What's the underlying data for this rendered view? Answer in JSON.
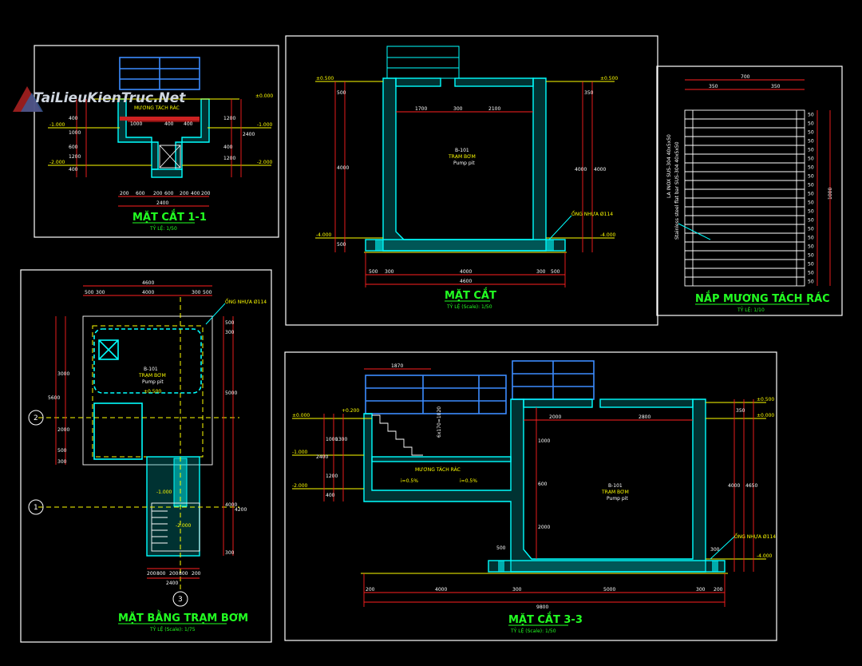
{
  "watermark": {
    "text": "TaiLieuKienTruc.Net"
  },
  "panel1": {
    "title": "MẶT CẮT 1-1",
    "scale": "TỶ LỆ: 1/50",
    "channel": "MƯƠNG TÁCH RÁC",
    "levels": [
      "±0.000",
      "-1.000",
      "-2.000"
    ],
    "dims_top": [
      "1000",
      "400",
      "400"
    ],
    "dims_bottom": [
      "200",
      "600",
      "200",
      "600",
      "200",
      "400",
      "200"
    ],
    "total": "2400",
    "dims_left": [
      "400",
      "1000",
      "600",
      "1200",
      "400"
    ],
    "dims_right": [
      "1200",
      "2400",
      "400",
      "1200"
    ]
  },
  "panel2": {
    "title": "MẶT CẮT",
    "scale": "TỶ LỆ (Scale): 1/50",
    "room_code": "B-101",
    "room_name": "TRẠM BƠM",
    "room_en": "Pump pit",
    "pipe": "ỐNG NHỰA Ø114",
    "levels": [
      "±0.500",
      "-4.000",
      "±0.500",
      "-4.000"
    ],
    "dims_top": [
      "1700",
      "300",
      "2100"
    ],
    "dims_bottom": [
      "500",
      "300",
      "4000",
      "300",
      "500"
    ],
    "total": "4600",
    "dims_left": [
      "500",
      "4000",
      "500"
    ],
    "dims_right": [
      "350",
      "4000",
      "4000"
    ]
  },
  "panel3": {
    "title": "NẮP MƯƠNG TÁCH RÁC",
    "scale": "TỶ LỆ: 1/10",
    "dims_top": [
      "700",
      "350",
      "350"
    ],
    "side": "1000",
    "label_vertical": "LA INOX SUS-304 40x5x50",
    "label_vertical2": "Stainless steel flat bar SUS-304 40x5x50",
    "pitch": "50"
  },
  "panel4": {
    "title": "MẶT BẰNG TRẠM BƠM",
    "scale": "TỶ LỆ (Scale): 1/75",
    "room_code": "B-101",
    "room_name": "TRẠM BƠM",
    "room_en": "Pump pit",
    "level": "±0.500",
    "pipe": "ỐNG NHỰA Ø114",
    "dims_top": [
      "500",
      "300",
      "4000",
      "300",
      "500"
    ],
    "total_top": "4600",
    "dims_left": [
      "3000",
      "5600",
      "2000",
      "500",
      "300"
    ],
    "dims_right": [
      "500",
      "300",
      "5000",
      "4000",
      "4200",
      "300"
    ],
    "dims_bottom": [
      "200",
      "800",
      "200",
      "800",
      "200"
    ],
    "total_bottom": "2400",
    "levels_inner": [
      "-1.000",
      "-2.000"
    ],
    "axes": [
      "2",
      "1",
      "3"
    ]
  },
  "panel5": {
    "title": "MẶT CẮT 3-3",
    "scale": "TỶ LỆ (Scale): 1/50",
    "room_code": "B-101",
    "room_name": "TRẠM BƠM",
    "room_en": "Pump pit",
    "channel": "MƯƠNG TÁCH RÁC",
    "slope1": "i=0.5%",
    "slope2": "i=0.5%",
    "pipe": "ỐNG NHỰA Ø114",
    "stair": "6x170=1020",
    "levels_left": [
      "±0.000",
      "-1.000",
      "-2.000"
    ],
    "level_left_top": "+0.200",
    "levels_right": [
      "±0.500",
      "±0.000",
      "-4.000"
    ],
    "dims_top": [
      "1870",
      "2000",
      "2800"
    ],
    "dims_bottom": [
      "200",
      "4000",
      "300",
      "5000",
      "300",
      "200"
    ],
    "total": "9800",
    "dims_left": [
      "1000",
      "2400",
      "1200",
      "400"
    ],
    "dims_inner": [
      "1300",
      "1000",
      "600",
      "2000",
      "500"
    ],
    "dims_right": [
      "350",
      "4000",
      "4650",
      "300"
    ]
  }
}
